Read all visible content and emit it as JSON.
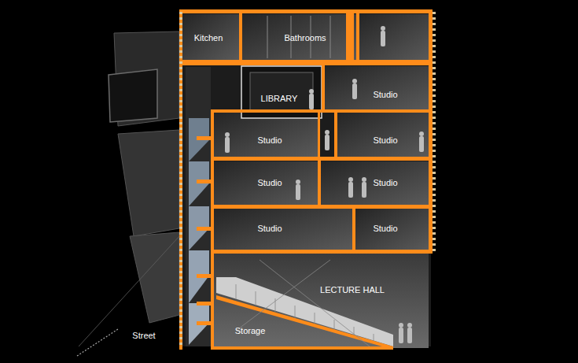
{
  "diagram": {
    "nodes": [
      {
        "text": [
          "Kitchen"
        ]
      },
      {
        "text": [
          "Bathrooms"
        ]
      },
      {
        "text": [
          "LIBRARY"
        ]
      },
      {
        "text": [
          "Studio"
        ]
      },
      {
        "text": [
          "Studio"
        ]
      },
      {
        "text": [
          "Studio"
        ]
      },
      {
        "text": [
          "Studio"
        ]
      },
      {
        "text": [
          "Studio"
        ]
      },
      {
        "text": [
          "Studio"
        ]
      },
      {
        "text": [
          "Studio"
        ]
      },
      {
        "text": [
          "LECTURE HALL"
        ]
      },
      {
        "text": [
          "Storage"
        ]
      }
    ],
    "edges": [],
    "labels": [
      "Street"
    ]
  }
}
